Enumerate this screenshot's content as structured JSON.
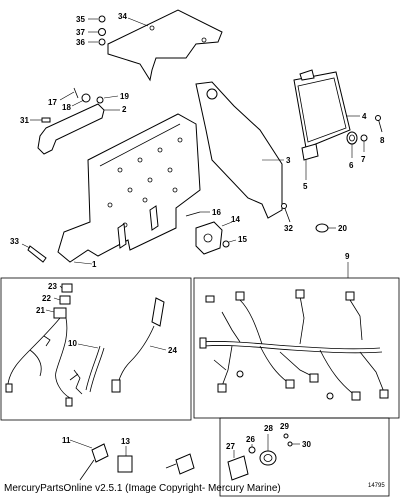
{
  "callouts": {
    "c1": "1",
    "c2": "2",
    "c3": "3",
    "c4": "4",
    "c5": "5",
    "c6": "6",
    "c7": "7",
    "c8": "8",
    "c9": "9",
    "c10": "10",
    "c11": "11",
    "c13": "13",
    "c14": "14",
    "c15": "15",
    "c16": "16",
    "c17": "17",
    "c18": "18",
    "c19": "19",
    "c20": "20",
    "c21": "21",
    "c22": "22",
    "c23": "23",
    "c24": "24",
    "c26": "26",
    "c27": "27",
    "c28": "28",
    "c29": "29",
    "c30": "30",
    "c31": "31",
    "c32": "32",
    "c33": "33",
    "c34": "34",
    "c35": "35",
    "c36": "36",
    "c37": "37"
  },
  "drawing_code": "14795",
  "footer": "MercuryPartsOnline v2.5.1 (Image Copyright- Mercury Marine)"
}
